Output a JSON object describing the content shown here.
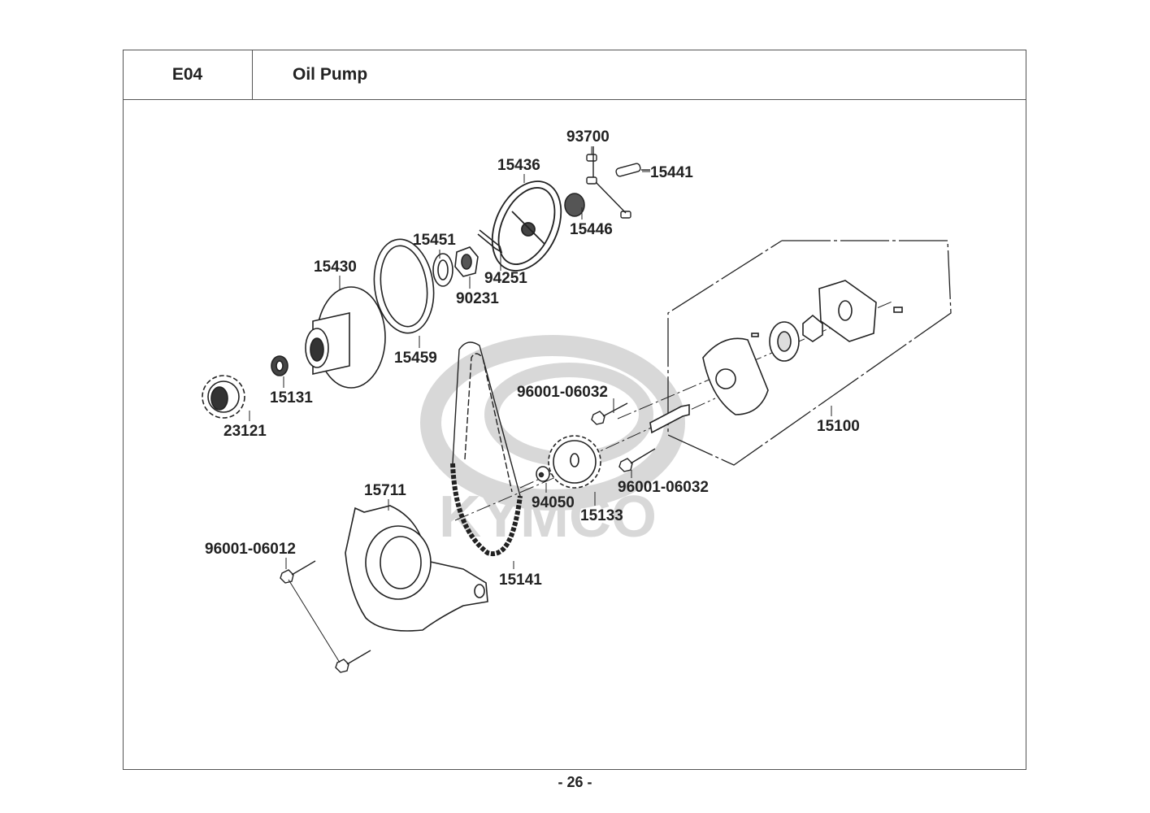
{
  "header": {
    "section_code": "E04",
    "title": "Oil Pump"
  },
  "watermark": "KYMCO",
  "parts": [
    {
      "id": "p93700",
      "label": "93700"
    },
    {
      "id": "p15441",
      "label": "15441"
    },
    {
      "id": "p15436",
      "label": "15436"
    },
    {
      "id": "p15446",
      "label": "15446"
    },
    {
      "id": "p15451",
      "label": "15451"
    },
    {
      "id": "p94251",
      "label": "94251"
    },
    {
      "id": "p90231",
      "label": "90231"
    },
    {
      "id": "p15430",
      "label": "15430"
    },
    {
      "id": "p15459",
      "label": "15459"
    },
    {
      "id": "p15131",
      "label": "15131"
    },
    {
      "id": "p23121",
      "label": "23121"
    },
    {
      "id": "p96001a",
      "label": "96001-06032"
    },
    {
      "id": "p15100",
      "label": "15100"
    },
    {
      "id": "p96001b",
      "label": "96001-06032"
    },
    {
      "id": "p94050",
      "label": "94050"
    },
    {
      "id": "p15133",
      "label": "15133"
    },
    {
      "id": "p15711",
      "label": "15711"
    },
    {
      "id": "p96001c",
      "label": "96001-06012"
    },
    {
      "id": "p15141",
      "label": "15141"
    }
  ],
  "footer": {
    "page_number": "- 26 -"
  }
}
